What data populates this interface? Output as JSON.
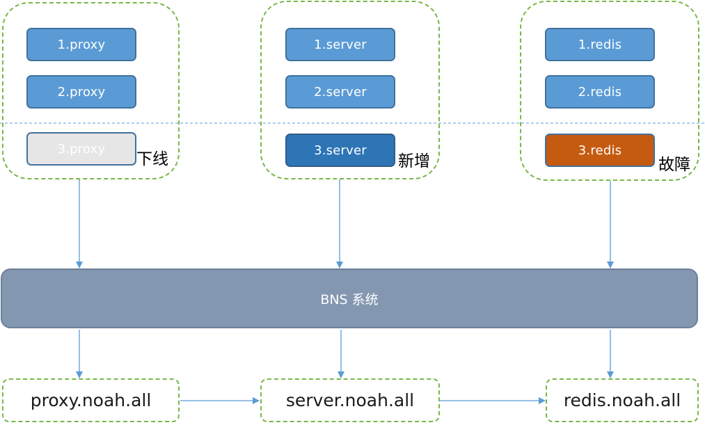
{
  "groups": [
    {
      "nodes": [
        "1.proxy",
        "2.proxy",
        "3.proxy"
      ],
      "state_label": "下线"
    },
    {
      "nodes": [
        "1.server",
        "2.server",
        "3.server"
      ],
      "state_label": "新增"
    },
    {
      "nodes": [
        "1.redis",
        "2.redis",
        "3.redis"
      ],
      "state_label": "故障"
    }
  ],
  "bns_label": "BNS 系统",
  "outputs": [
    "proxy.noah.all",
    "server.noah.all",
    "redis.noah.all"
  ],
  "colors": {
    "node_normal": "#5b9bd5",
    "node_offline": "#e7e6e6",
    "node_added": "#2e75b6",
    "node_fault": "#c55a11",
    "bns": "#8497b0",
    "dashed_border": "#7ab648",
    "arrow": "#5b9bd5"
  }
}
